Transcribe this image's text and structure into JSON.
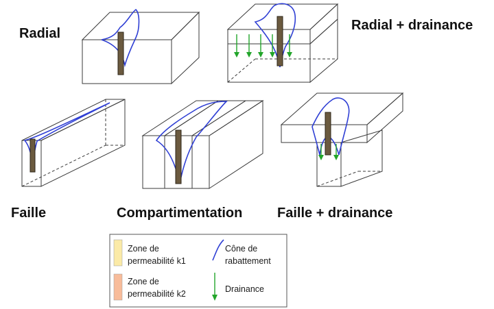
{
  "titles": {
    "radial": "Radial",
    "radial_drainance": "Radial + drainance",
    "faille": "Faille",
    "compartimentation": "Compartimentation",
    "faille_drainance": "Faille + drainance"
  },
  "legend": {
    "k1_line1": "Zone de",
    "k1_line2": "permeabilité k1",
    "k2_line1": "Zone de",
    "k2_line2": "permeabilité k2",
    "cone_line1": "Cône de",
    "cone_line2": "rabattement",
    "drainance": "Drainance"
  },
  "colors": {
    "k1": "#fbeaa7",
    "k2": "#f8bc9a",
    "cone": "#2f3fd4",
    "drainance": "#22a52a",
    "well": "#6b5a3f"
  },
  "icons": [
    "well-icon",
    "cone-curve-icon",
    "drainance-arrow-icon"
  ]
}
